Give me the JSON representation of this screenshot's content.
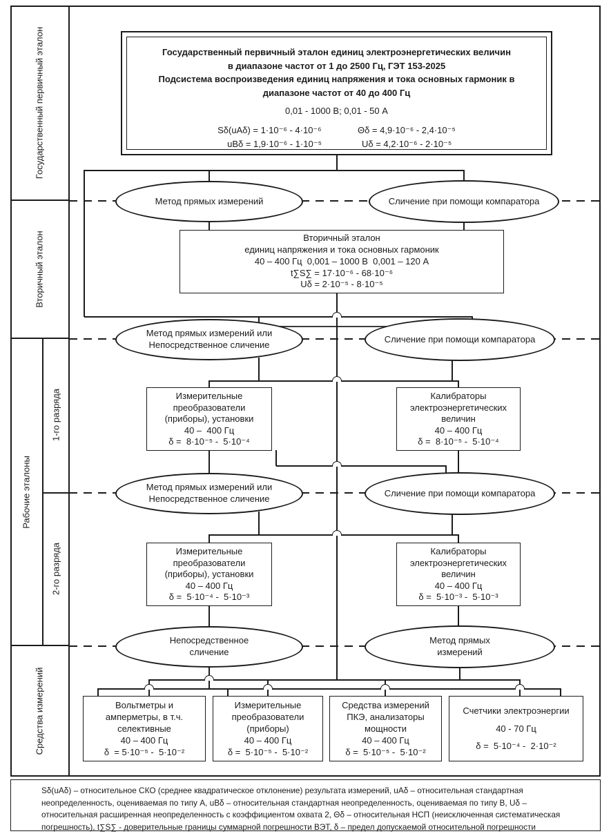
{
  "sidebar": {
    "primary": "Государственный первичный эталон",
    "secondary": "Вторичный эталон",
    "working": "Рабочие эталоны",
    "working_rank1": "1-го разряда",
    "working_rank2": "2-го разряда",
    "instruments": "Средства измерений"
  },
  "primary_standard": {
    "title_lines": [
      "Государственный первичный эталон единиц электроэнергетических величин",
      "в диапазоне частот от 1 до 2500 Гц, ГЭТ 153-2025",
      "Подсистема воспроизведения единиц напряжения и тока основных гармоник в",
      "диапазоне частот от 40 до 400 Гц"
    ],
    "range": "0,01 - 1000 В; 0,01 - 50 А",
    "f1": "Sδ(uAδ) = 1·10⁻⁶ - 4·10⁻⁶",
    "f2": "uBδ = 1,9·10⁻⁶ - 1·10⁻⁵",
    "f3": "Θδ = 4,9·10⁻⁶ - 2,4·10⁻⁵",
    "f4": "Uδ = 4,2·10⁻⁶ - 2·10⁻⁵"
  },
  "methods": {
    "row1_left": "Метод прямых измерений",
    "row1_right": "Сличение при помощи компаратора",
    "row2_left": "Метод прямых измерений или Непосредственное сличение",
    "row2_right": "Сличение при помощи компаратора",
    "row3_left": "Метод прямых измерений или Непосредственное сличение",
    "row3_right": "Сличение при помощи компаратора",
    "row4_left": "Непосредственное сличение",
    "row4_right": "Метод прямых измерений"
  },
  "secondary_standard": {
    "lines": [
      "Вторичный эталон",
      "единиц напряжения и тока основных гармоник",
      "40 – 400 Гц  0,001 – 1000 В  0,001 – 120 А",
      "t∑S∑ = 17·10⁻⁶ - 68·10⁻⁶",
      "Uδ = 2·10⁻⁵ - 8·10⁻⁵"
    ]
  },
  "working_standards": {
    "rank1": {
      "left": {
        "lines": [
          "Измерительные",
          "преобразователи",
          "(приборы), установки",
          "40 –  400 Гц",
          "δ =  8·10⁻⁵ -  5·10⁻⁴"
        ]
      },
      "right": {
        "lines": [
          "Калибраторы",
          "электроэнергетических",
          "величин",
          "40 – 400 Гц",
          "δ =  8·10⁻⁵ -  5·10⁻⁴"
        ]
      }
    },
    "rank2": {
      "left": {
        "lines": [
          "Измерительные",
          "преобразователи",
          "(приборы), установки",
          "40 – 400 Гц",
          "δ =  5·10⁻⁴ -  5·10⁻³"
        ]
      },
      "right": {
        "lines": [
          "Калибраторы",
          "электроэнергетических",
          "величин",
          "40 – 400 Гц",
          "δ =  5·10⁻³ -  5·10⁻³"
        ]
      }
    }
  },
  "measuring_instruments": {
    "box1": {
      "lines": [
        "Вольтметры и",
        "амперметры, в т.ч.",
        "селективные",
        "40 – 400 Гц",
        "δ  = 5·10⁻⁵ -  5·10⁻²"
      ]
    },
    "box2": {
      "lines": [
        "Измерительные",
        "преобразователи",
        "(приборы)",
        "40 – 400 Гц",
        "δ =  5·10⁻⁵ -  5·10⁻²"
      ]
    },
    "box3": {
      "lines": [
        "Средства измерений",
        "ПКЭ, анализаторы",
        "мощности",
        "40 – 400 Гц",
        "δ =  5·10⁻⁵ -  5·10⁻²"
      ]
    },
    "box4": {
      "lines": [
        "Счетчики электроэнергии",
        "40 - 70 Гц",
        "δ =  5·10⁻⁴ -  2·10⁻²"
      ]
    }
  },
  "footnote": {
    "text": "Sδ(uAδ) – относительное СКО (среднее квадратическое отклонение) результата измерений, uAδ – относительная стандартная неопределенность, оцениваемая по типу А, uBδ – относительная стандартная неопределенность, оцениваемая по типу В, Uδ – относительная расширенная неопределенность с коэффициентом охвата 2, Θδ – относительная НСП (неисключенная систематическая погрешность), t∑S∑ - доверительные границы суммарной погрешности ВЭТ, δ – предел допускаемой относительной погрешности"
  }
}
